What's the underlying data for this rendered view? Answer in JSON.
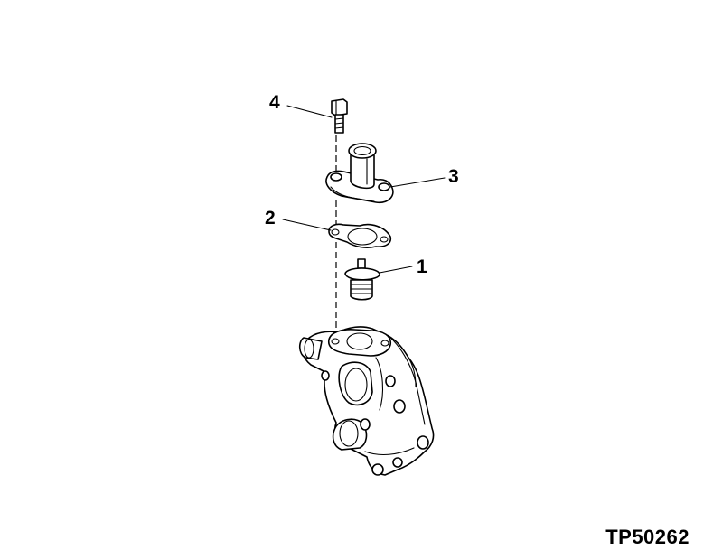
{
  "callouts": [
    {
      "label": "1"
    },
    {
      "label": "2"
    },
    {
      "label": "3"
    },
    {
      "label": "4"
    }
  ],
  "figure_id": "TP50262"
}
